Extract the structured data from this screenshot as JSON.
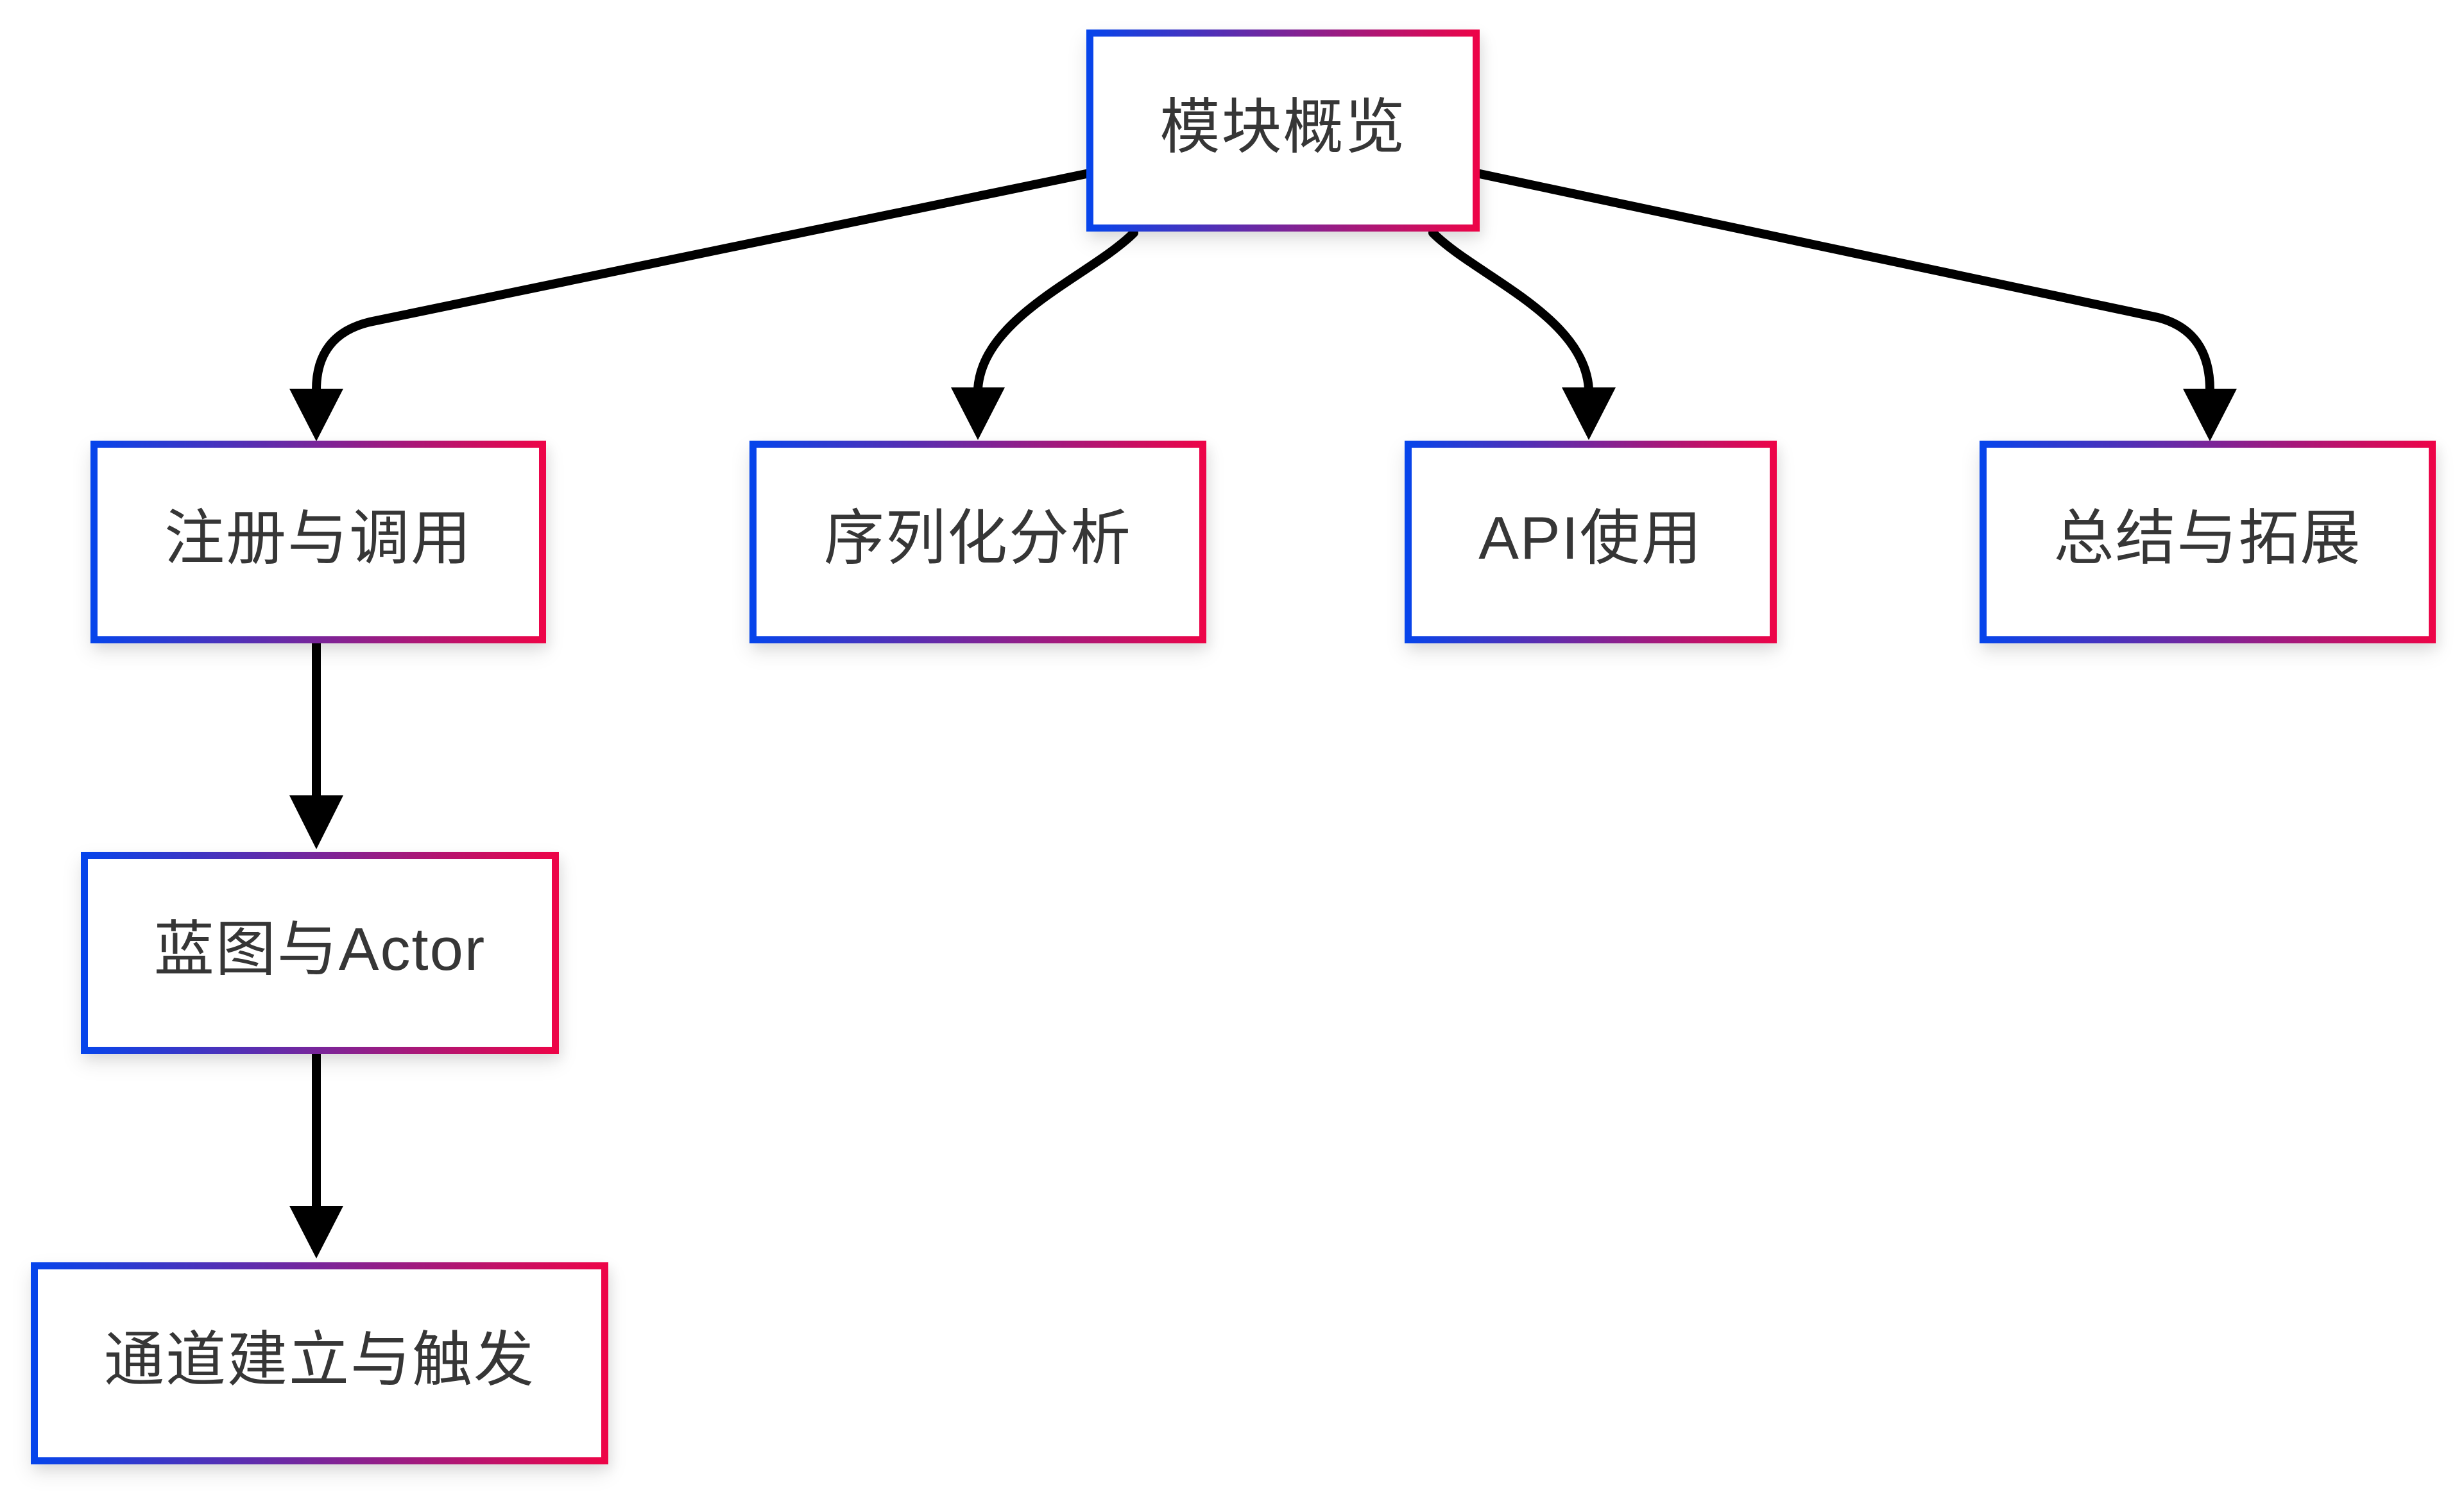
{
  "diagram": {
    "type": "flowchart",
    "orientation": "top-down",
    "colors": {
      "gradient_start": "#0545ec",
      "gradient_end": "#ee0447",
      "node_fill": "#ffffff",
      "arrow": "#000000",
      "text": "#363636",
      "background": "#ffffff"
    },
    "nodes": [
      {
        "id": "module-overview",
        "label": "模块概览"
      },
      {
        "id": "registration-invocation",
        "label": "注册与调用"
      },
      {
        "id": "serialization-analysis",
        "label": "序列化分析"
      },
      {
        "id": "api-usage",
        "label": "API使用"
      },
      {
        "id": "summary-extension",
        "label": "总结与拓展"
      },
      {
        "id": "blueprint-actor",
        "label": "蓝图与Actor"
      },
      {
        "id": "channel-setup-trigger",
        "label": "通道建立与触发"
      }
    ],
    "edges": [
      {
        "from": "module-overview",
        "to": "registration-invocation"
      },
      {
        "from": "module-overview",
        "to": "serialization-analysis"
      },
      {
        "from": "module-overview",
        "to": "api-usage"
      },
      {
        "from": "module-overview",
        "to": "summary-extension"
      },
      {
        "from": "registration-invocation",
        "to": "blueprint-actor"
      },
      {
        "from": "blueprint-actor",
        "to": "channel-setup-trigger"
      }
    ]
  }
}
